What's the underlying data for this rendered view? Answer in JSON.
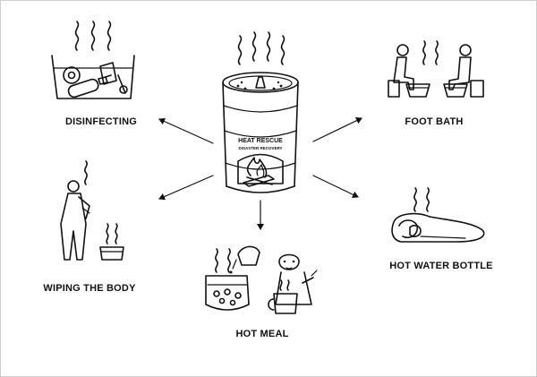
{
  "uses": {
    "disinfecting": "DISINFECTING",
    "foot_bath": "FOOT BATH",
    "wiping_body": "WIPING THE BODY",
    "hot_water_bottle": "HOT WATER BOTTLE",
    "hot_meal": "HOT MEAL"
  },
  "drum": {
    "title": "HEAT RESCUE",
    "subtitle": "DISASTER RECOVERY"
  },
  "colors": {
    "line": "#111111",
    "background": "#ffffff",
    "border": "#cfcfcf"
  }
}
